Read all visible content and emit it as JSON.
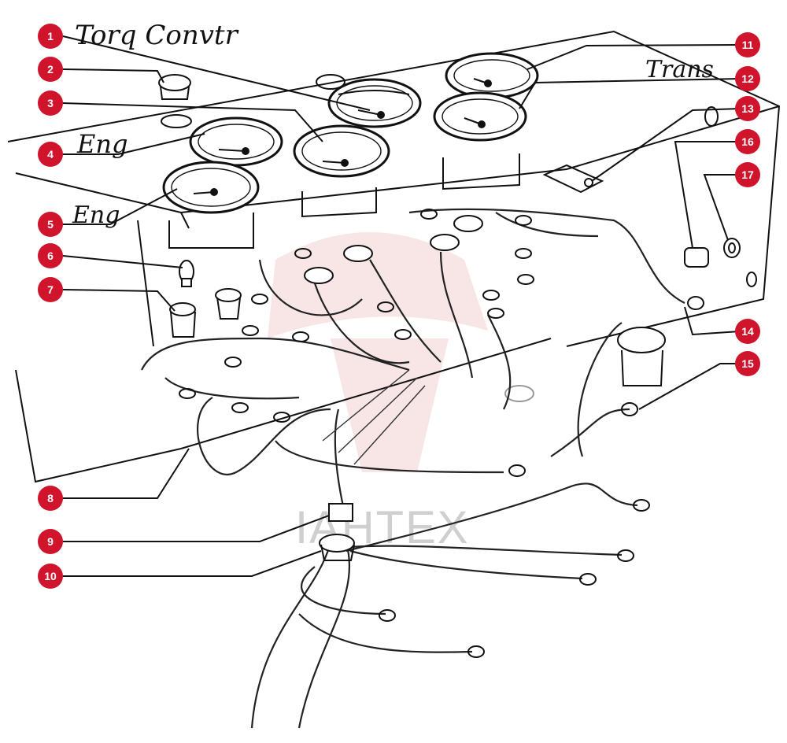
{
  "callouts": [
    {
      "num": "1",
      "label": "1"
    },
    {
      "num": "2",
      "label": "2"
    },
    {
      "num": "3",
      "label": "3"
    },
    {
      "num": "4",
      "label": "4"
    },
    {
      "num": "5",
      "label": "5"
    },
    {
      "num": "6",
      "label": "6"
    },
    {
      "num": "7",
      "label": "7"
    },
    {
      "num": "8",
      "label": "8"
    },
    {
      "num": "9",
      "label": "9"
    },
    {
      "num": "10",
      "label": "10"
    },
    {
      "num": "11",
      "label": "11"
    },
    {
      "num": "12",
      "label": "12"
    },
    {
      "num": "13",
      "label": "13"
    },
    {
      "num": "14",
      "label": "14"
    },
    {
      "num": "15",
      "label": "15"
    },
    {
      "num": "16",
      "label": "16"
    },
    {
      "num": "17",
      "label": "17"
    }
  ],
  "annotations": {
    "torq_converter": "Torq Convtr",
    "trans": "Trans",
    "eng_upper": "Eng",
    "eng_lower": "Eng"
  },
  "watermark": "IAHTEX",
  "colors": {
    "callout": "#d0142c",
    "watermark": "#cfcfcf",
    "line": "#111111"
  }
}
